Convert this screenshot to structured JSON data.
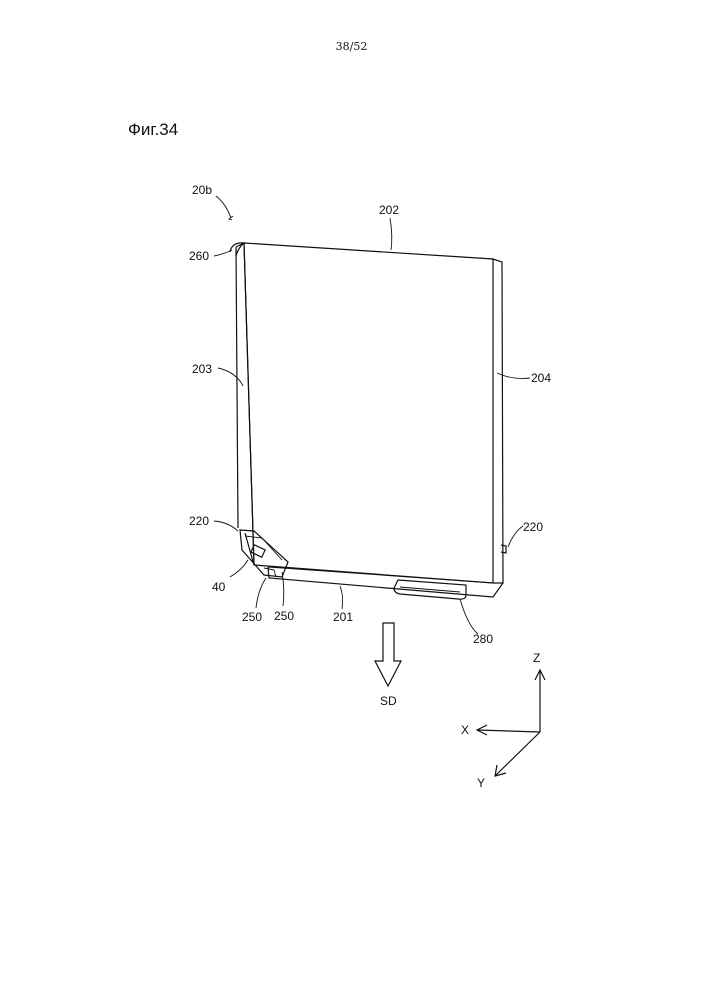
{
  "header": {
    "page_number": "38/52"
  },
  "figure": {
    "title": "Фиг.34"
  },
  "labels": {
    "assembly": "20b",
    "l202": "202",
    "l260": "260",
    "l203": "203",
    "l204": "204",
    "l220_left": "220",
    "l220_right": "220",
    "l40": "40",
    "l250_a": "250",
    "l250_b": "250",
    "l201": "201",
    "l280": "280",
    "sd": "SD"
  },
  "axes": {
    "x": "X",
    "y": "Y",
    "z": "Z"
  },
  "colors": {
    "line": "#111111",
    "background": "#ffffff"
  }
}
